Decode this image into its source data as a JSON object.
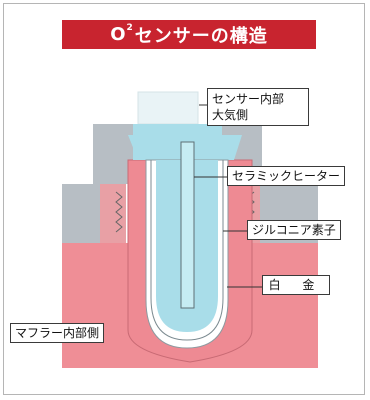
{
  "title": {
    "text_before_sup": "O",
    "superscript": "2",
    "text_after_sup": "センサーの構造"
  },
  "labels": {
    "sensor_inner_air_side": "センサー内部\n大気側",
    "ceramic_heater": "セラミックヒーター",
    "zirconia_element": "ジルコニア素子",
    "platinum": "白 金",
    "muffler_inner_side": "マフラー内部側"
  },
  "colors": {
    "title_bg": "#c8242f",
    "exhaust_pink": "#ef8e96",
    "air_blue": "#a9dde9",
    "metal_gray": "#b7bec4",
    "zirconia_white": "#ffffff",
    "heater_cyan": "#c6ecf3"
  }
}
